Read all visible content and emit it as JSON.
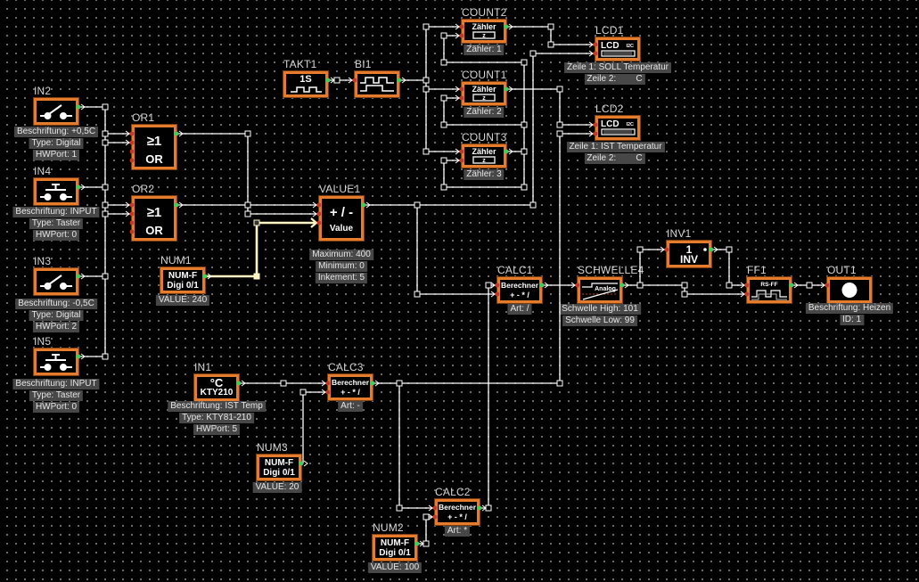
{
  "app": {
    "view": "logic-circuit-editor-canvas",
    "colors": {
      "background": "#000000",
      "grid_dot": "#8c8c8c",
      "block_border": "#e47c2c",
      "wire": "#ffffff",
      "selected_wire": "#fff6c4",
      "input_pin": "#c0392b",
      "output_pin": "#3fd14c",
      "caption_background": "#474747",
      "caption_text": "#e6e6e6"
    }
  },
  "blocks": {
    "in2": {
      "name": "IN2",
      "icon": "switch-open-icon",
      "captions": [
        "Beschriftung: +0,5C",
        "Type: Digital",
        "HWPort: 1"
      ]
    },
    "in4": {
      "name": "IN4",
      "icon": "push-button-icon",
      "captions": [
        "Beschriftung: INPUT",
        "Type: Taster",
        "HWPort: 0"
      ]
    },
    "in3": {
      "name": "IN3",
      "icon": "switch-open-icon",
      "captions": [
        "Beschriftung: -0,5C",
        "Type: Digital",
        "HWPort: 2"
      ]
    },
    "in5": {
      "name": "IN5",
      "icon": "push-button-icon",
      "captions": [
        "Beschriftung: INPUT",
        "Type: Taster",
        "HWPort: 0"
      ]
    },
    "or1": {
      "name": "OR1",
      "symbol": "≥1",
      "label": "OR"
    },
    "or2": {
      "name": "OR2",
      "symbol": "≥1",
      "label": "OR"
    },
    "num1": {
      "name": "NUM1",
      "line1": "NUM-F",
      "line2": "Digi 0/1",
      "captions": [
        "VALUE: 240"
      ]
    },
    "value1": {
      "name": "VALUE1",
      "line1": "+ / -",
      "line2": "Value",
      "captions": [
        "Maximum: 400",
        "Minimum: 0",
        "Inkement: 5"
      ]
    },
    "takt1": {
      "name": "TAKT1",
      "line1": "1S",
      "icon": "clock-pulse-icon"
    },
    "bi1": {
      "name": "BI1",
      "icon": "blink-wave-icon"
    },
    "count2": {
      "name": "COUNT2",
      "line1": "Zähler",
      "line2": "z",
      "captions": [
        "Zähler: 1"
      ]
    },
    "count1": {
      "name": "COUNT1",
      "line1": "Zähler",
      "line2": "z",
      "captions": [
        "Zähler: 2"
      ]
    },
    "count3": {
      "name": "COUNT3",
      "line1": "Zähler",
      "line2": "z",
      "captions": [
        "Zähler: 3"
      ]
    },
    "lcd1": {
      "name": "LCD1",
      "line1": "LCD",
      "line2": "I2C",
      "captions": [
        "Zeile 1: SOLL Temperatur",
        "Zeile 2:        C"
      ]
    },
    "lcd2": {
      "name": "LCD2",
      "line1": "LCD",
      "line2": "I2C",
      "captions": [
        "Zeile 1: IST Temperatur",
        "Zeile 2:        C"
      ]
    },
    "calc1": {
      "name": "CALC1",
      "line1": "Berechner",
      "line2": "+ - * /",
      "captions": [
        "Art: /"
      ]
    },
    "schwelle4": {
      "name": "SCHWELLE4",
      "line1": "Analog",
      "captions": [
        "Schwelle High: 101",
        "Schwelle Low: 99"
      ]
    },
    "inv1": {
      "name": "INV1",
      "line1": "1",
      "line2": "INV"
    },
    "ff1": {
      "name": "FF1",
      "line1": "RS-FF"
    },
    "out1": {
      "name": "OUT1",
      "icon": "lamp-output-icon",
      "captions": [
        "Beschriftung: Heizen",
        "ID: 1"
      ]
    },
    "in1": {
      "name": "IN1",
      "line1": "°C",
      "line2": "KTY210",
      "captions": [
        "Beschriftung: IST Temp",
        "Type: KTY81-210",
        "HWPort: 5"
      ]
    },
    "calc3": {
      "name": "CALC3",
      "line1": "Berechner",
      "line2": "+ - * /",
      "captions": [
        "Art: -"
      ]
    },
    "num3": {
      "name": "NUM3",
      "line1": "NUM-F",
      "line2": "Digi 0/1",
      "captions": [
        "VALUE: 20"
      ]
    },
    "calc2": {
      "name": "CALC2",
      "line1": "Berechner",
      "line2": "+ - * /",
      "captions": [
        "Art: *"
      ]
    },
    "num2": {
      "name": "NUM2",
      "line1": "NUM-F",
      "line2": "Digi 0/1",
      "captions": [
        "VALUE: 100"
      ]
    }
  }
}
